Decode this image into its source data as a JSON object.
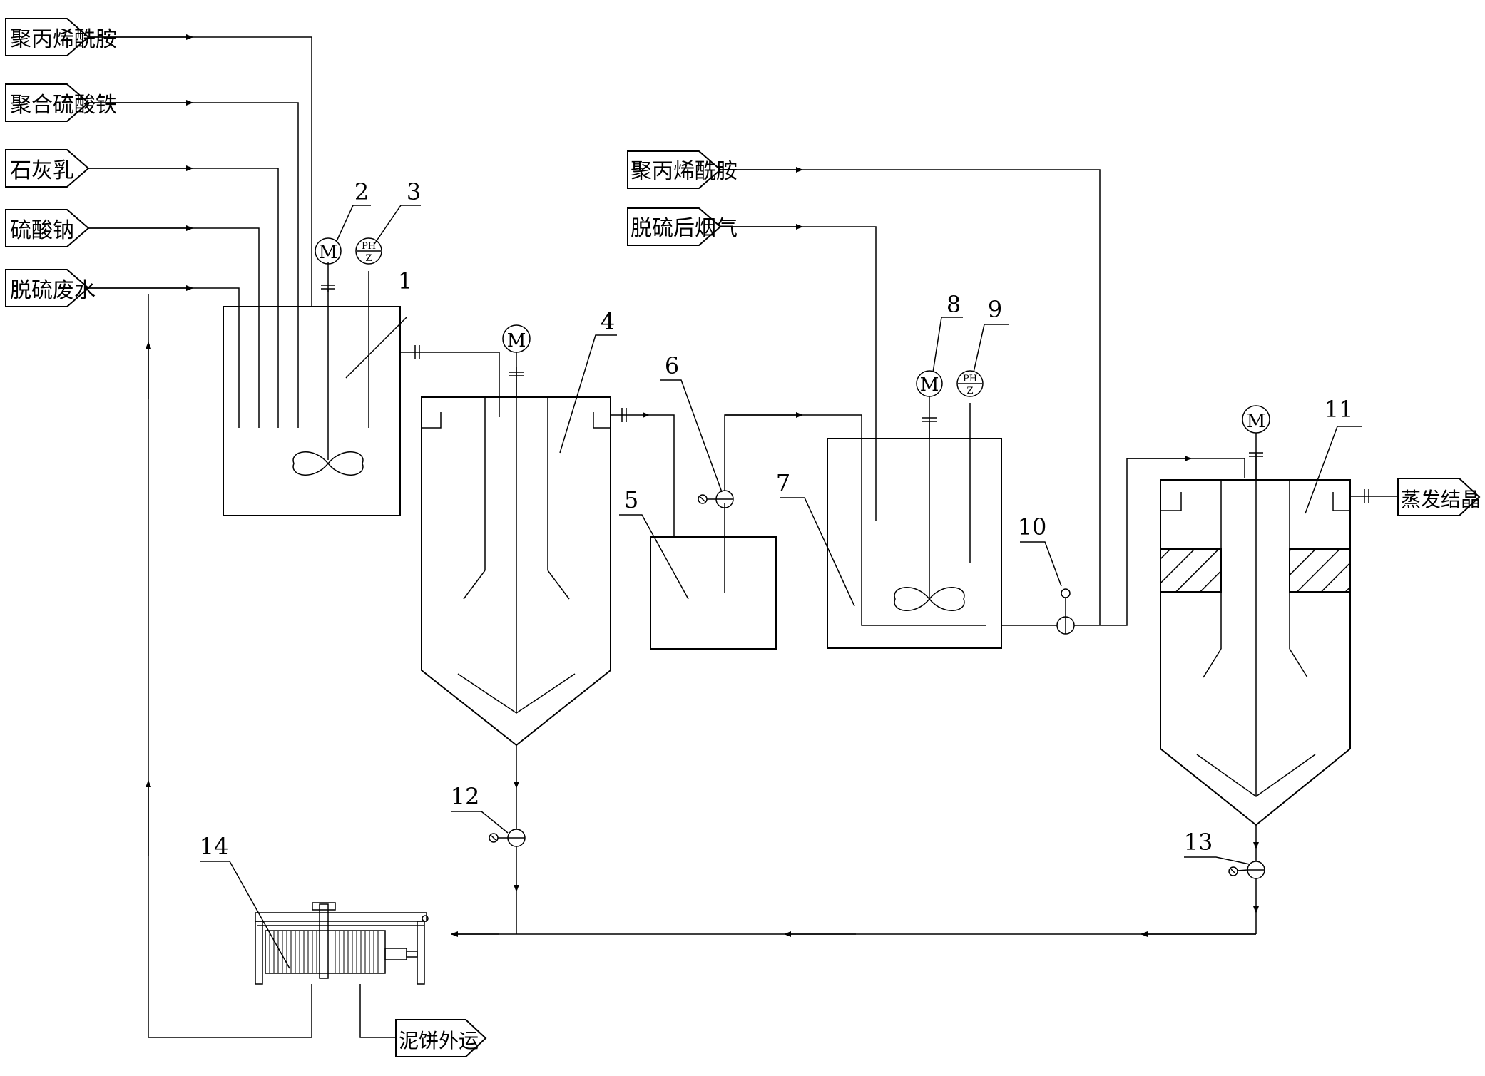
{
  "inputs_left": [
    {
      "label": "聚丙烯酰胺"
    },
    {
      "label": "聚合硫酸铁"
    },
    {
      "label": "石灰乳"
    },
    {
      "label": "硫酸钠"
    },
    {
      "label": "脱硫废水"
    }
  ],
  "inputs_mid": [
    {
      "label": "聚丙烯酰胺"
    },
    {
      "label": "脱硫后烟气"
    }
  ],
  "outputs": {
    "evaporation": "蒸发结晶",
    "sludge": "泥饼外运"
  },
  "instrument_labels": {
    "motor": "M",
    "ph_top": "PH",
    "ph_bottom": "Z"
  },
  "callouts": [
    "1",
    "2",
    "3",
    "4",
    "5",
    "6",
    "7",
    "8",
    "9",
    "10",
    "11",
    "12",
    "13",
    "14"
  ]
}
